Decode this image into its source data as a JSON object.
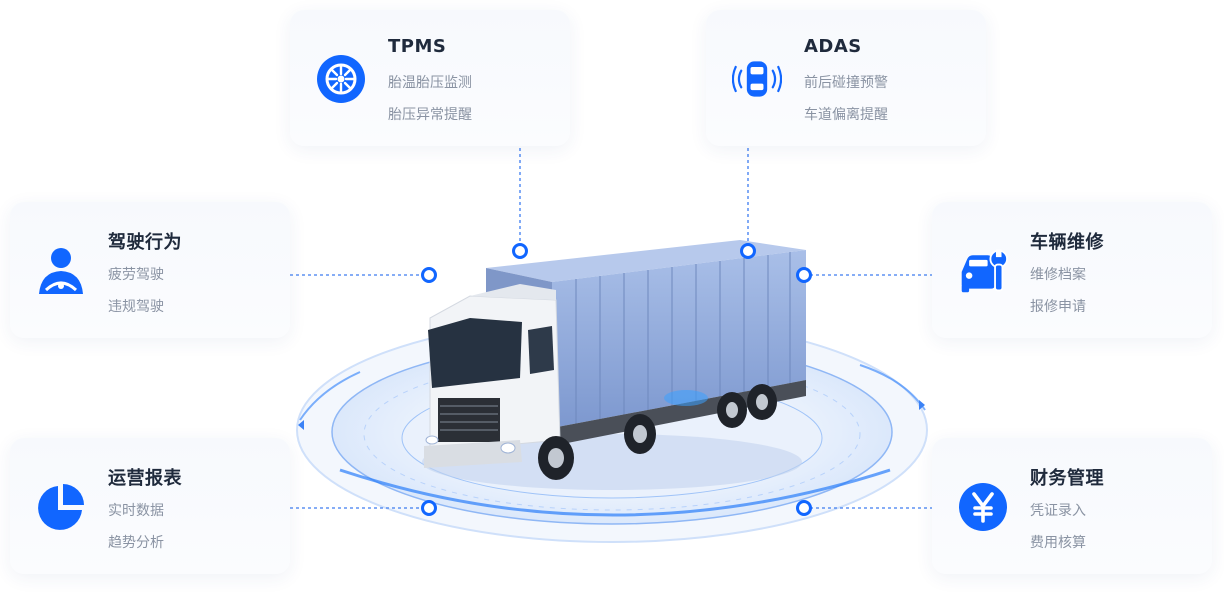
{
  "cards": {
    "tpms": {
      "title": "TPMS",
      "line1": "胎温胎压监测",
      "line2": "胎压异常提醒"
    },
    "adas": {
      "title": "ADAS",
      "line1": "前后碰撞预警",
      "line2": "车道偏离提醒"
    },
    "driver": {
      "title": "驾驶行为",
      "line1": "疲劳驾驶",
      "line2": "违规驾驶"
    },
    "repair": {
      "title": "车辆维修",
      "line1": "维修档案",
      "line2": "报修申请"
    },
    "report": {
      "title": "运营报表",
      "line1": "实时数据",
      "line2": "趋势分析"
    },
    "finance": {
      "title": "财务管理",
      "line1": "凭证录入",
      "line2": "费用核算"
    }
  },
  "icons": {
    "tpms": "tire-icon",
    "adas": "car-radar-icon",
    "driver": "driver-icon",
    "repair": "car-wrench-icon",
    "report": "pie-chart-icon",
    "finance": "yuan-icon"
  },
  "colors": {
    "accent": "#1166ff",
    "connector": "#3d7cf0",
    "title": "#1f2a3c",
    "subtitle": "#8a93a3",
    "truck_container": "#8fa9dc",
    "cab": "#f2f4f7"
  }
}
